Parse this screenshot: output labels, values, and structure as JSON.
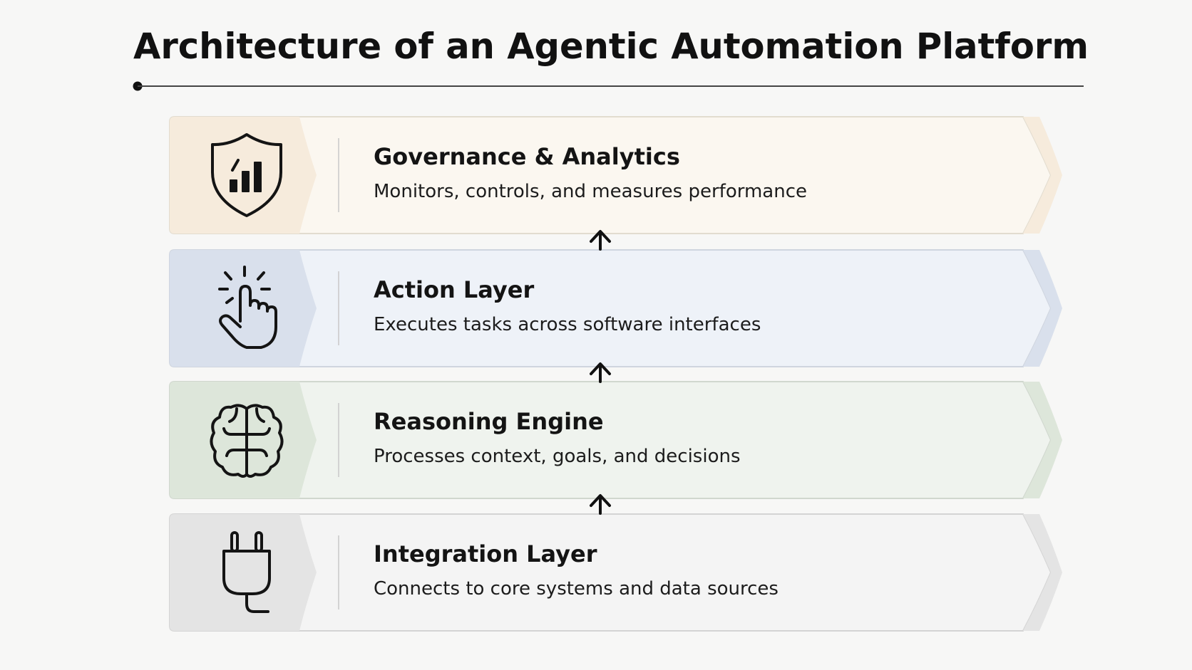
{
  "title": "Architecture of an Agentic Automation Platform",
  "layers": [
    {
      "title": "Governance & Analytics",
      "description": "Monitors, controls, and measures performance",
      "icon": "shield-chart-icon",
      "colors": {
        "card": "#fbf7f0",
        "tab": "#f6ebdc",
        "edge": "#e2dccf"
      }
    },
    {
      "title": "Action Layer",
      "description": "Executes tasks across software interfaces",
      "icon": "pointer-hand-icon",
      "colors": {
        "card": "#eef2f8",
        "tab": "#d9e0ec",
        "edge": "#cfd5df"
      }
    },
    {
      "title": "Reasoning Engine",
      "description": "Processes context, goals, and decisions",
      "icon": "brain-icon",
      "colors": {
        "card": "#eff3ee",
        "tab": "#dde6da",
        "edge": "#d0d7ce"
      }
    },
    {
      "title": "Integration Layer",
      "description": "Connects to core systems and data sources",
      "icon": "plug-icon",
      "colors": {
        "card": "#f4f4f4",
        "tab": "#e4e4e4",
        "edge": "#d4d4d4"
      }
    }
  ]
}
